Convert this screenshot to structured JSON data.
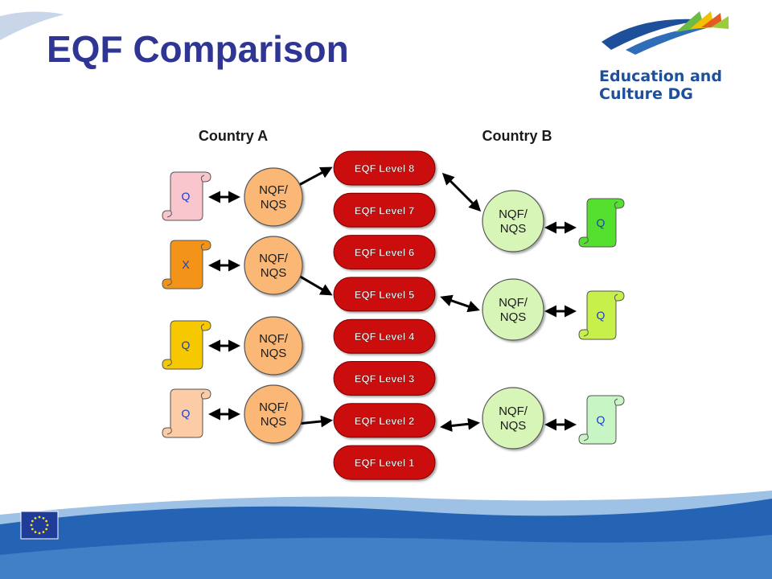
{
  "slide": {
    "title": "EQF Comparison",
    "logo_text": "Education and Culture DG"
  },
  "diagram": {
    "country_a": {
      "label": "Country A",
      "rows": [
        {
          "doc": "Q",
          "doc_color": "#f8c6cc",
          "nqf": "NQF/\nNQS",
          "links_to_level": 8
        },
        {
          "doc": "X",
          "doc_color": "#f39418",
          "nqf": "NQF/\nNQS",
          "links_to_level": 5
        },
        {
          "doc": "Q",
          "doc_color": "#f5c800",
          "nqf": "NQF/\nNQS",
          "links_to_level": null
        },
        {
          "doc": "Q",
          "doc_color": "#fbcca6",
          "nqf": "NQF/\nNQS",
          "links_to_level": 2
        }
      ]
    },
    "levels": [
      "EQF Level 8",
      "EQF Level 7",
      "EQF Level 6",
      "EQF Level 5",
      "EQF Level 4",
      "EQF Level 3",
      "EQF Level 2",
      "EQF Level 1"
    ],
    "country_b": {
      "label": "Country B",
      "rows": [
        {
          "doc": "Q",
          "doc_color": "#55e030",
          "nqf": "NQF/\nNQS",
          "links_to_level": 8
        },
        {
          "doc": "Q",
          "doc_color": "#c8f04a",
          "nqf": "NQF/\nNQS",
          "links_to_level": 5
        },
        {
          "doc": "Q",
          "doc_color": "#c8f5c4",
          "nqf": "NQF/\nNQS",
          "links_to_level": 2
        }
      ]
    },
    "colors": {
      "level_fill": "#cc0a0a",
      "level_text": "#ffffff",
      "nqf_a_fill": "#fbb774",
      "nqf_b_fill": "#d8f5b8",
      "doc_text": "#1a3cc8",
      "arrow": "#000000"
    }
  }
}
